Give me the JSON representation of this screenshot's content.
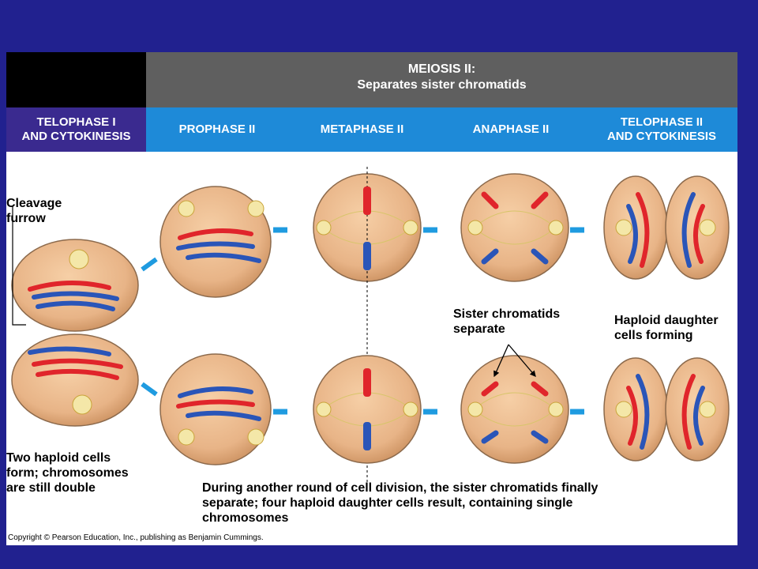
{
  "header": {
    "meiosis_title": "MEIOSIS II:",
    "meiosis_subtitle": "Separates sister chromatids"
  },
  "phases": [
    {
      "line1": "TELOPHASE I",
      "line2": "AND CYTOKINESIS"
    },
    {
      "line1": "PROPHASE II",
      "line2": ""
    },
    {
      "line1": "METAPHASE II",
      "line2": ""
    },
    {
      "line1": "ANAPHASE II",
      "line2": ""
    },
    {
      "line1": "TELOPHASE II",
      "line2": "AND CYTOKINESIS"
    }
  ],
  "labels": {
    "cleavage_l1": "Cleavage",
    "cleavage_l2": "furrow",
    "sister_l1": "Sister chromatids",
    "sister_l2": "separate",
    "haploid_l1": "Haploid daughter",
    "haploid_l2": "cells forming",
    "two_l1": "Two haploid cells",
    "two_l2": "form; chromosomes",
    "two_l3": "are still double",
    "during_l1": "During another round of cell division, the sister chromatids finally",
    "during_l2": "separate; four haploid daughter cells result, containing single",
    "during_l3": "chromosomes"
  },
  "copyright": "Copyright © Pearson Education, Inc., publishing as Benjamin Cummings.",
  "colors": {
    "background": "#21218f",
    "header_gray": "#5f5f5f",
    "telophase_purple": "#3a2a8f",
    "phase_blue": "#1e8ad8",
    "cell_fill": "#e8b487",
    "chromosome_red": "#e0252b",
    "chromosome_blue": "#2a55b8",
    "arrow_blue": "#1f9be0"
  }
}
